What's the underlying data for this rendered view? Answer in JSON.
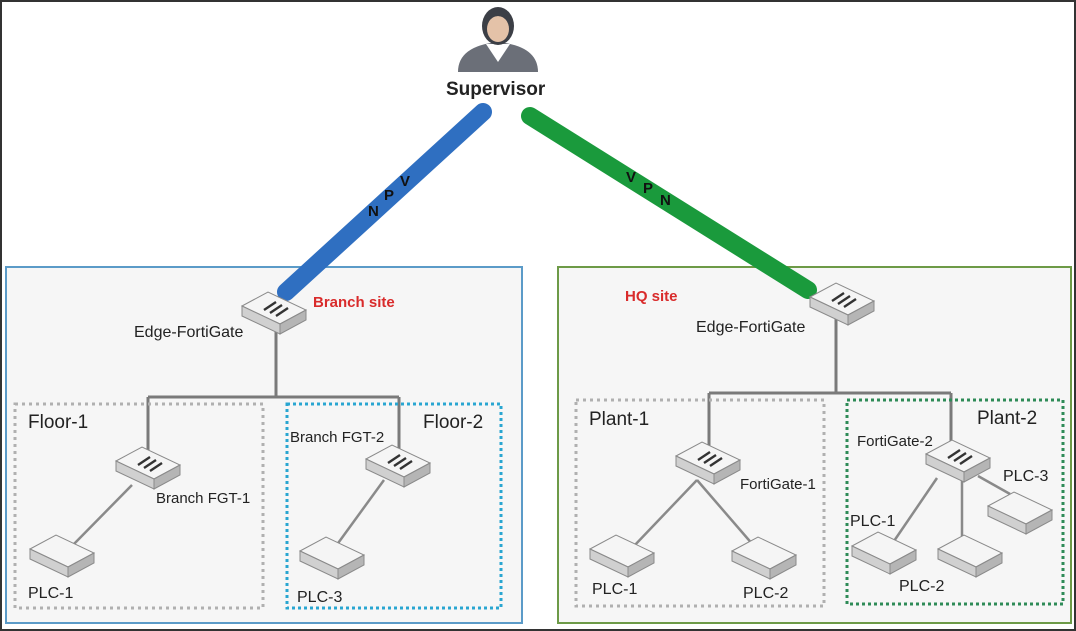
{
  "supervisor": {
    "label": "Supervisor"
  },
  "vpn": {
    "left_letters": [
      "N",
      "P",
      "V"
    ],
    "right_letters": [
      "V",
      "P",
      "N"
    ],
    "left_color": "#2f6fc1",
    "right_color": "#1a9a3c"
  },
  "branch": {
    "site_label": "Branch site",
    "edge_label": "Edge-FortiGate",
    "border_color": "#5b9bc8",
    "zones": [
      {
        "title": "Floor-1",
        "fgt_label": "Branch FGT-1",
        "plcs": [
          "PLC-1"
        ]
      },
      {
        "title": "Floor-2",
        "fgt_label": "Branch FGT-2",
        "plcs": [
          "PLC-3"
        ]
      }
    ]
  },
  "hq": {
    "site_label": "HQ site",
    "edge_label": "Edge-FortiGate",
    "border_color": "#6d9a47",
    "zones": [
      {
        "title": "Plant-1",
        "fgt_label": "FortiGate-1",
        "plcs": [
          "PLC-1",
          "PLC-2"
        ]
      },
      {
        "title": "Plant-2",
        "fgt_label": "FortiGate-2",
        "plcs": [
          "PLC-1",
          "PLC-2",
          "PLC-3"
        ]
      }
    ]
  },
  "colors": {
    "site_label": "#d92b2b",
    "floor2_border": "#29a6d1",
    "plant2_border": "#2e8b57",
    "dashed_gray": "#b0b0b0"
  }
}
